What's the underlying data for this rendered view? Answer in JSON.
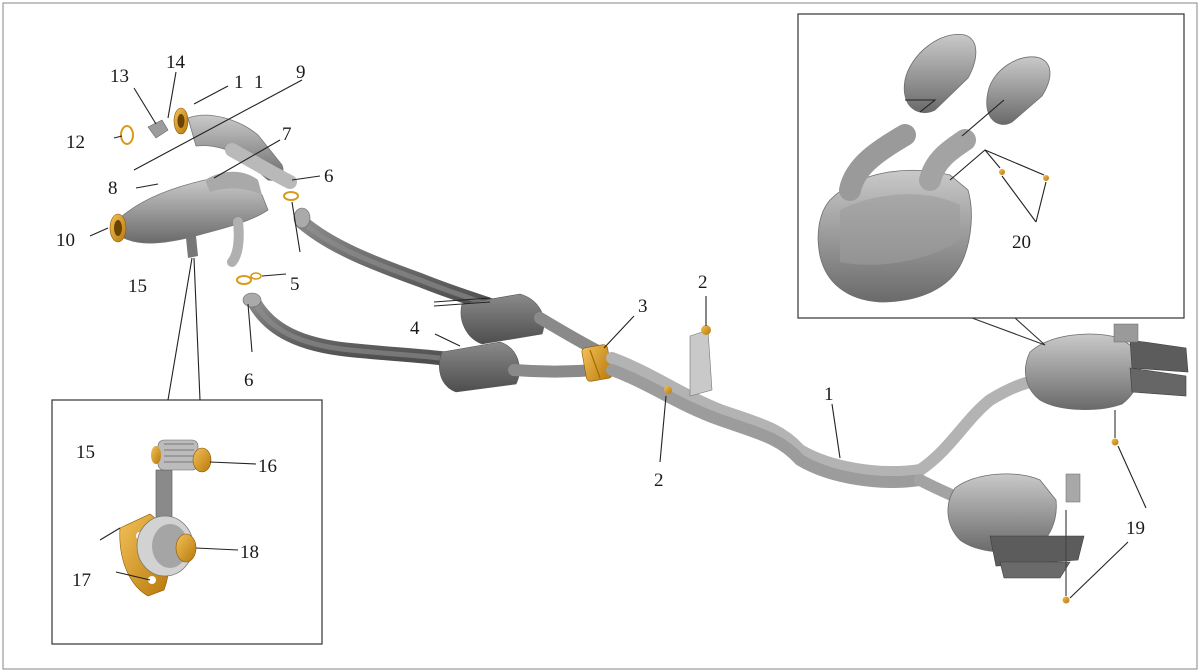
{
  "callouts": {
    "c1_top": "1",
    "c1_top_b": "1",
    "c9": "9",
    "c13": "13",
    "c14": "14",
    "c12": "12",
    "c7": "7",
    "c6_upper": "6",
    "c8": "8",
    "c10": "10",
    "c15_main": "15",
    "c5": "5",
    "c6_lower": "6",
    "c4": "4",
    "c3": "3",
    "c2_upper": "2",
    "c2_lower": "2",
    "c1_main": "1",
    "c19": "19",
    "c20": "20",
    "c15_inset": "15",
    "c16": "16",
    "c17": "17",
    "c18": "18"
  },
  "colors": {
    "frame": "#9a9a9a",
    "pipe_dark": "#6f6f6f",
    "pipe_mid": "#8e8e8e",
    "pipe_light": "#bdbdbd",
    "muffler": "#7d7d7d",
    "muffler_light": "#b5b5b5",
    "clamp_gold": "#d99a1a"
  }
}
